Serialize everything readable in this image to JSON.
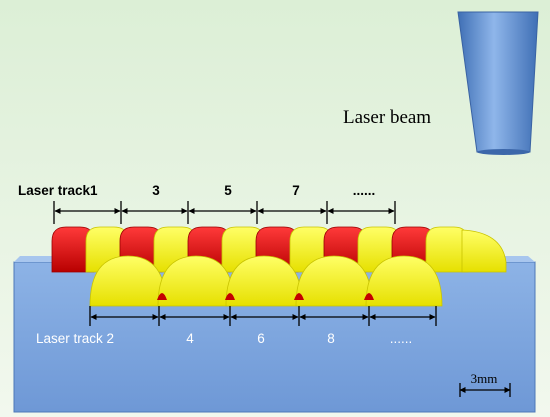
{
  "labels": {
    "beam": "Laser beam",
    "scale": "3mm"
  },
  "top_tracks": [
    "Laser track1",
    "3",
    "5",
    "7",
    "......"
  ],
  "bottom_tracks": [
    "Laser track 2",
    "4",
    "6",
    "8",
    "......"
  ],
  "colors": {
    "background": "#e6f3e1",
    "substrate": "#7fa7df",
    "substrate_side": "#5f8ac9",
    "odd_track": "#ee1111",
    "even_track": "#ffff2a",
    "nozzle": "#5f90d4",
    "bottom_label": "#ffffff",
    "top_label": "#000000"
  }
}
